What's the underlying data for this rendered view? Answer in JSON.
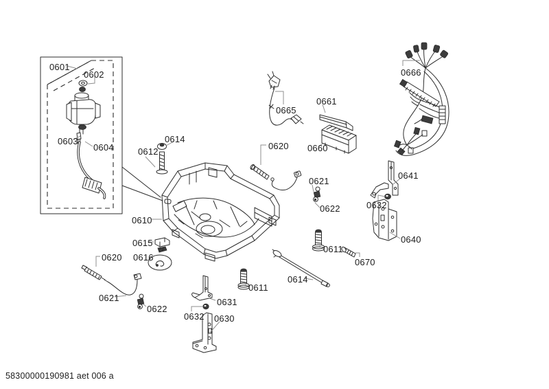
{
  "document": {
    "type": "exploded-parts-diagram",
    "footer_code": "58300000190981 aet 006 a"
  },
  "colors": {
    "background": "#ffffff",
    "line": "#2c2c2c",
    "leader_line": "#8f8f8f",
    "dark_fill": "#3c3c3c",
    "text": "#1c1c1c"
  },
  "labels": {
    "l0601": "0601",
    "l0602": "0602",
    "l0603": "0603",
    "l0604": "0604",
    "l0610": "0610",
    "l0612": "0612",
    "l0614_top": "0614",
    "l0614_bottom": "0614",
    "l0615": "0615",
    "l0616": "0616",
    "l0620_left": "0620",
    "l0620_right": "0620",
    "l0621_left": "0621",
    "l0621_right": "0621",
    "l0622_left": "0622",
    "l0622_right": "0622",
    "l0630": "0630",
    "l0631": "0631",
    "l0632_left": "0632",
    "l0632_right": "0632",
    "l0640": "0640",
    "l0641": "0641",
    "l0611_center": "0611",
    "l0611_right": "0611",
    "l0660": "0660",
    "l0661": "0661",
    "l0665": "0665",
    "l0666": "0666",
    "l0670": "0670"
  }
}
